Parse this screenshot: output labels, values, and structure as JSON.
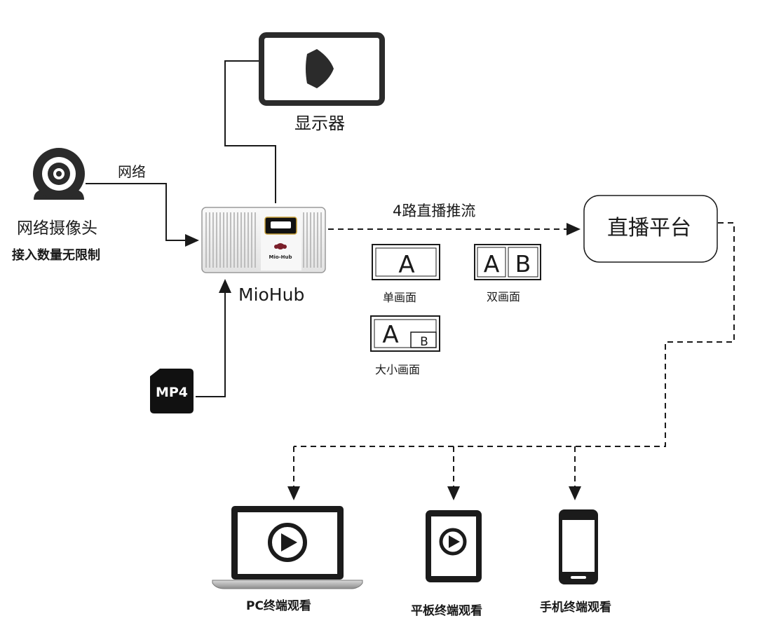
{
  "display": {
    "label": "显示器",
    "icon": "monitor-play-icon"
  },
  "camera": {
    "link_label": "网络",
    "name": "网络摄像头",
    "note": "接入数量无限制",
    "icon": "webcam-icon"
  },
  "device": {
    "name": "MioHub",
    "brand_mark": "Mio-Hub",
    "icon": "miohub-device-icon"
  },
  "mp4": {
    "label": "MP4",
    "icon": "mp4-file-icon"
  },
  "stream": {
    "label": "4路直播推流"
  },
  "platform": {
    "label": "直播平台"
  },
  "layouts": {
    "single": {
      "label": "单画面",
      "tile_a": "A"
    },
    "double": {
      "label": "双画面",
      "tile_a": "A",
      "tile_b": "B"
    },
    "pip": {
      "label": "大小画面",
      "tile_a": "A",
      "tile_b": "B"
    }
  },
  "terminals": {
    "pc": {
      "label": "PC终端观看",
      "icon": "laptop-play-icon"
    },
    "tablet": {
      "label": "平板终端观看",
      "icon": "tablet-play-icon"
    },
    "phone": {
      "label": "手机终端观看",
      "icon": "smartphone-icon"
    }
  },
  "colors": {
    "line": "#1a1a1a",
    "device_body": "#f2f2f2",
    "dark": "#111111"
  }
}
